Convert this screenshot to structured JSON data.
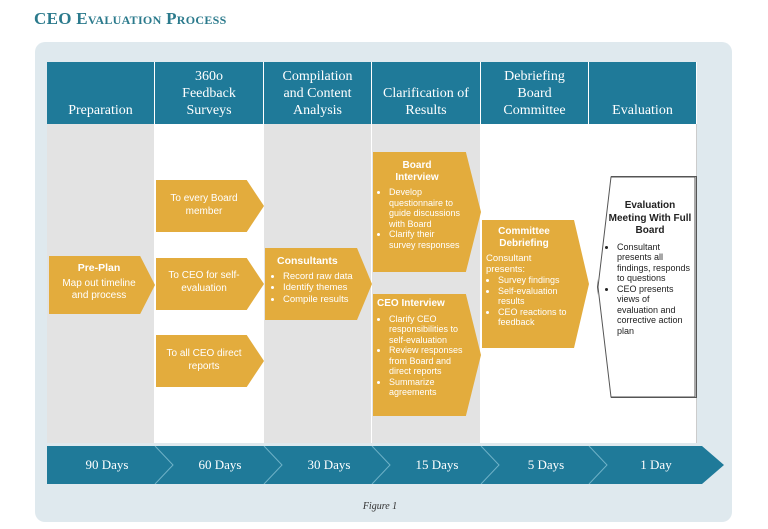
{
  "title": "CEO Evaluation Process",
  "columns": [
    {
      "header": "Preparation",
      "timeline": "90 Days"
    },
    {
      "header": "360o\nFeedback\nSurveys",
      "timeline": "60 Days"
    },
    {
      "header": "Compilation\nand Content\nAnalysis",
      "timeline": "30 Days"
    },
    {
      "header": "Clarification of\nResults",
      "timeline": "15 Days"
    },
    {
      "header": "Debriefing\nBoard\nCommittee",
      "timeline": "5 Days"
    },
    {
      "header": "Evaluation",
      "timeline": "1 Day"
    }
  ],
  "preplan": {
    "title": "Pre-Plan",
    "text": "Map out timeline and process"
  },
  "surveys": [
    {
      "text": "To every Board member"
    },
    {
      "text": "To CEO for self-evaluation"
    },
    {
      "text": "To all CEO direct reports"
    }
  ],
  "consultants": {
    "title": "Consultants",
    "items": [
      "Record raw data",
      "Identify themes",
      "Compile results"
    ]
  },
  "board_interview": {
    "title": "Board Interview",
    "items": [
      "Develop questionnaire to guide discussions with Board",
      "Clarify their survey responses"
    ]
  },
  "ceo_interview": {
    "title": "CEO Interview",
    "items": [
      "Clarify CEO responsibilities to self-evaluation",
      "Review responses from Board and direct reports",
      "Summarize agreements"
    ]
  },
  "committee": {
    "title": "Committee Debriefing",
    "subtitle": "Consultant presents:",
    "items": [
      "Survey findings",
      "Self-evaluation results",
      "CEO reactions to feedback"
    ]
  },
  "evaluation": {
    "title": "Evaluation Meeting With Full Board",
    "items": [
      "Consultant presents all findings, responds to questions",
      "CEO presents views of evaluation and corrective action plan"
    ]
  },
  "caption": "Figure 1",
  "colors": {
    "header": "#1f7a99",
    "accent": "#e3ac3d",
    "title": "#2b7a8c"
  }
}
